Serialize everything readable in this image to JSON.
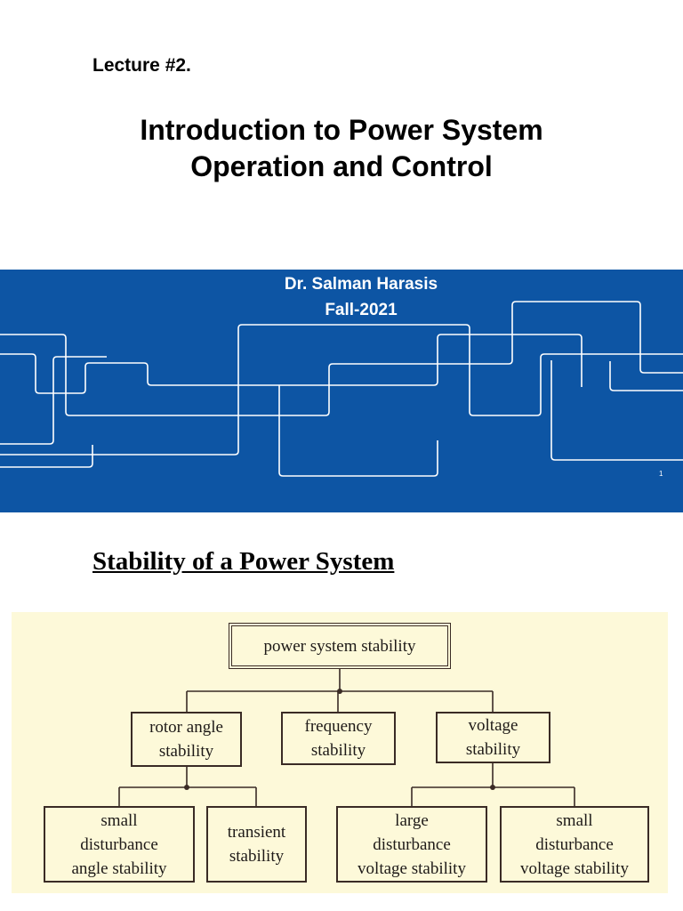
{
  "header": {
    "lecture": "Lecture #2.",
    "title_line1": "Introduction to Power System",
    "title_line2": "Operation and Control"
  },
  "banner": {
    "author": "Dr. Salman Harasis",
    "term": "Fall-2021",
    "page_number": "1",
    "background_color": "#0d55a4",
    "line_color": "#ffffff"
  },
  "section": {
    "heading": "Stability of a Power System"
  },
  "diagram": {
    "background_color": "#fdf9d9",
    "border_color": "#3a2b25",
    "root": "power system stability",
    "level1": [
      {
        "lines": [
          "rotor angle",
          "stability"
        ]
      },
      {
        "lines": [
          "frequency",
          "stability"
        ]
      },
      {
        "lines": [
          "voltage",
          "stability"
        ]
      }
    ],
    "level2": [
      {
        "lines": [
          "small",
          "disturbance",
          "angle stability"
        ]
      },
      {
        "lines": [
          "transient",
          "stability"
        ]
      },
      {
        "lines": [
          "large",
          "disturbance",
          "voltage stability"
        ]
      },
      {
        "lines": [
          "small",
          "disturbance",
          "voltage stability"
        ]
      }
    ]
  }
}
